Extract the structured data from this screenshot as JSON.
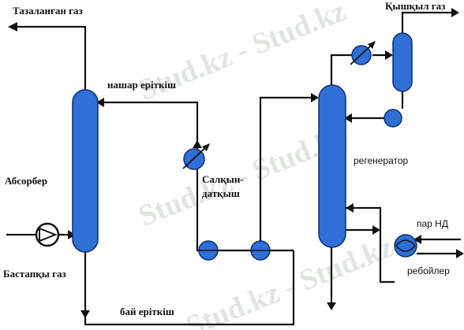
{
  "labels": {
    "clean_gas": "Тазаланған газ",
    "lean_solvent": "нашар еріткіш",
    "absorber": "Абсорбер",
    "initial_gas": "Бастапқы газ",
    "rich_solvent": "бай еріткіш",
    "cooler_line1": "Салқын-",
    "cooler_line2": "датқыш",
    "acid_gas": "Қышқыл газ",
    "regenerator": "регенератор",
    "steam_nd": "пар НД",
    "reboiler": "ребойлер"
  },
  "watermark": "Stud.kz - Stud.kz",
  "colors": {
    "vessel_blue": "#2f6fd6",
    "line": "#111111",
    "watermark": "#dfe6df"
  }
}
